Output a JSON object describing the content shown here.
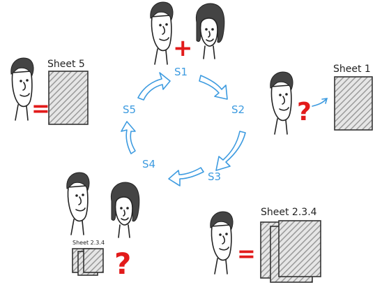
{
  "cycle": {
    "stages": [
      "S1",
      "S2",
      "S3",
      "S4",
      "S5"
    ]
  },
  "sheets": {
    "sheet1": "Sheet 1",
    "sheet234_large": "Sheet 2.3.4",
    "sheet234_small": "Sheet 2.3.4",
    "sheet5": "Sheet 5"
  },
  "symbols": {
    "plus": "+",
    "question": "?",
    "equals": "="
  },
  "colors": {
    "accent": "#3d9be0",
    "symbol": "#e21b1b"
  }
}
